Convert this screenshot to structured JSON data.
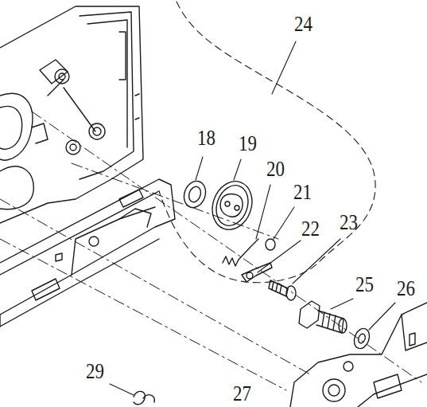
{
  "diagram": {
    "labels": [
      "24",
      "18",
      "19",
      "20",
      "21",
      "22",
      "23",
      "25",
      "26",
      "29",
      "27"
    ]
  }
}
